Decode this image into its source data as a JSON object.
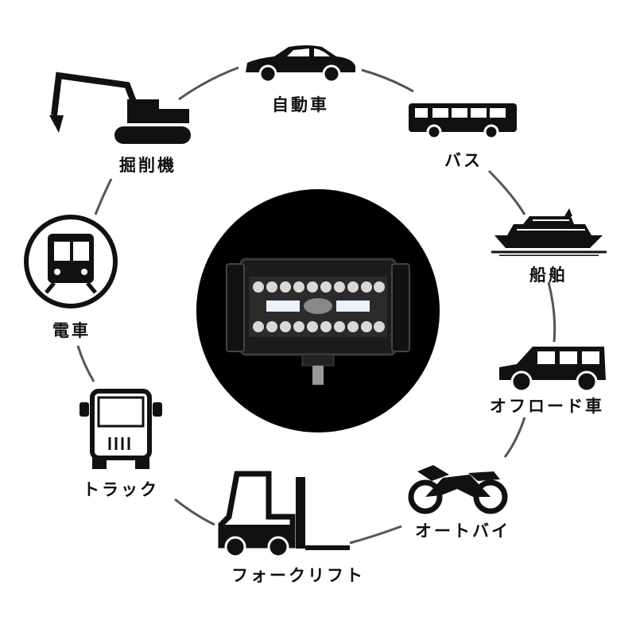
{
  "labels": {
    "car": "自動車",
    "bus": "バス",
    "ship": "船舶",
    "offroad": "オフロード車",
    "motorbike": "オートバイ",
    "forklift": "フォークリフト",
    "truck": "トラック",
    "train": "電車",
    "excavator": "掘削機"
  },
  "colors": {
    "ink": "#111111",
    "ring": "#555555",
    "center": "#000000"
  }
}
